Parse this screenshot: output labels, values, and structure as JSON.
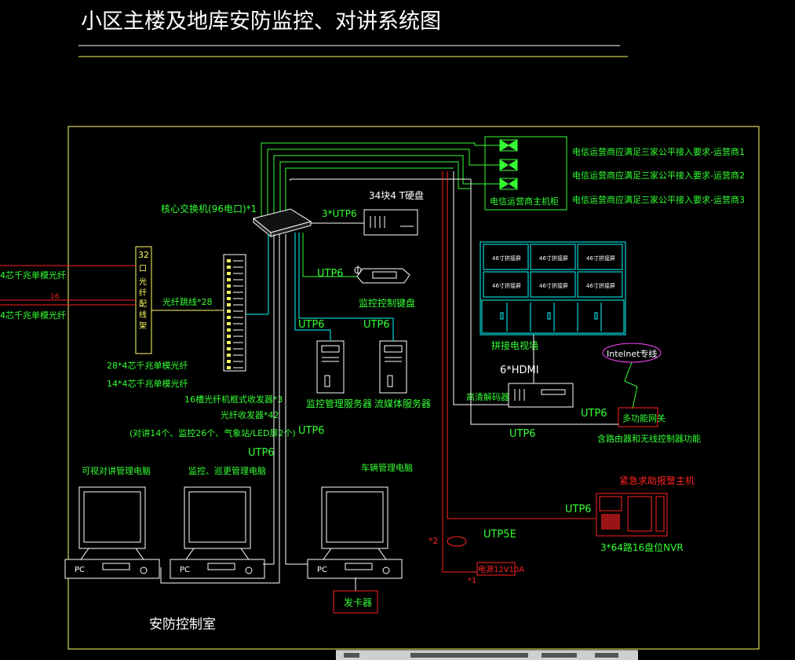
{
  "title": "小区主楼及地库安防监控、对讲系统图",
  "room_label": "安防控制室",
  "colors": {
    "background": "#000000",
    "green_text": "#33ff33",
    "yellow": "#ffff66",
    "cyan": "#00ffff",
    "red": "#ff2222",
    "white": "#ffffff",
    "magenta": "#ff44ff"
  },
  "operators": {
    "cabinet_label": "电信运营商主机柜",
    "notes": [
      "电信运营商应满足三家公平接入要求-运营商1",
      "电信运营商应满足三家公平接入要求-运营商2",
      "电信运营商应满足三家公平接入要求-运营商3"
    ]
  },
  "core_switch": {
    "label": "核心交换机(96电口)*1"
  },
  "storage": {
    "disk_label": "34块4 T硬盘",
    "link_label": "3*UTP6"
  },
  "keyboard": {
    "link_label": "UTP6",
    "label": "监控控制键盘"
  },
  "odf": {
    "chars": [
      "32",
      "口",
      "光",
      "纤",
      "配",
      "线",
      "架"
    ],
    "left_cable_1": "4芯千兆单模光纤",
    "left_cable_16": "16",
    "left_cable_2": "4芯千兆单模光纤",
    "patch_label": "光纤跳线*28",
    "cable_note_1": "28*4芯千兆单模光纤",
    "cable_note_2": "14*4芯千兆单模光纤"
  },
  "transceivers": {
    "line1": "16槽光纤机框式收发器*3",
    "line2": "光纤收发器*42",
    "line3": "(对讲14个、监控26个、气象站/LED屏2个)"
  },
  "servers": [
    {
      "link_label": "UTP6",
      "label": "监控管理服务器"
    },
    {
      "link_label": "UTP6",
      "label": "流媒体服务器"
    }
  ],
  "video_wall": {
    "screen_label": "46寸拼接屏",
    "screen_count": 6,
    "label": "拼接电视墙",
    "hdmi_label": "6*HDMI"
  },
  "decoder": {
    "label": "高清解码器"
  },
  "internet": {
    "label": "Intelnet专线"
  },
  "gateway": {
    "label": "多功能网关",
    "note": "含路由器和无线控制器功能",
    "link_label": "UTP6"
  },
  "decoder_link_label": "UTP6",
  "utp_labels": [
    "UTP6",
    "UTP6"
  ],
  "alarm": {
    "title": "紧急求助报警主机",
    "link_label": "UTP6",
    "nvr_label": "3*64路16盘位NVR"
  },
  "power": {
    "utp_label": "UTP5E",
    "mult_2": "*2",
    "mult_1": "*1",
    "box_label": "电源12V10A"
  },
  "computers": [
    {
      "title": "可视对讲管理电脑",
      "pc_label": "PC"
    },
    {
      "title": "监控、巡更管理电脑",
      "pc_label": "PC"
    },
    {
      "title": "车辆管理电脑",
      "pc_label": "PC"
    }
  ],
  "card_issuer": {
    "label": "发卡器"
  }
}
